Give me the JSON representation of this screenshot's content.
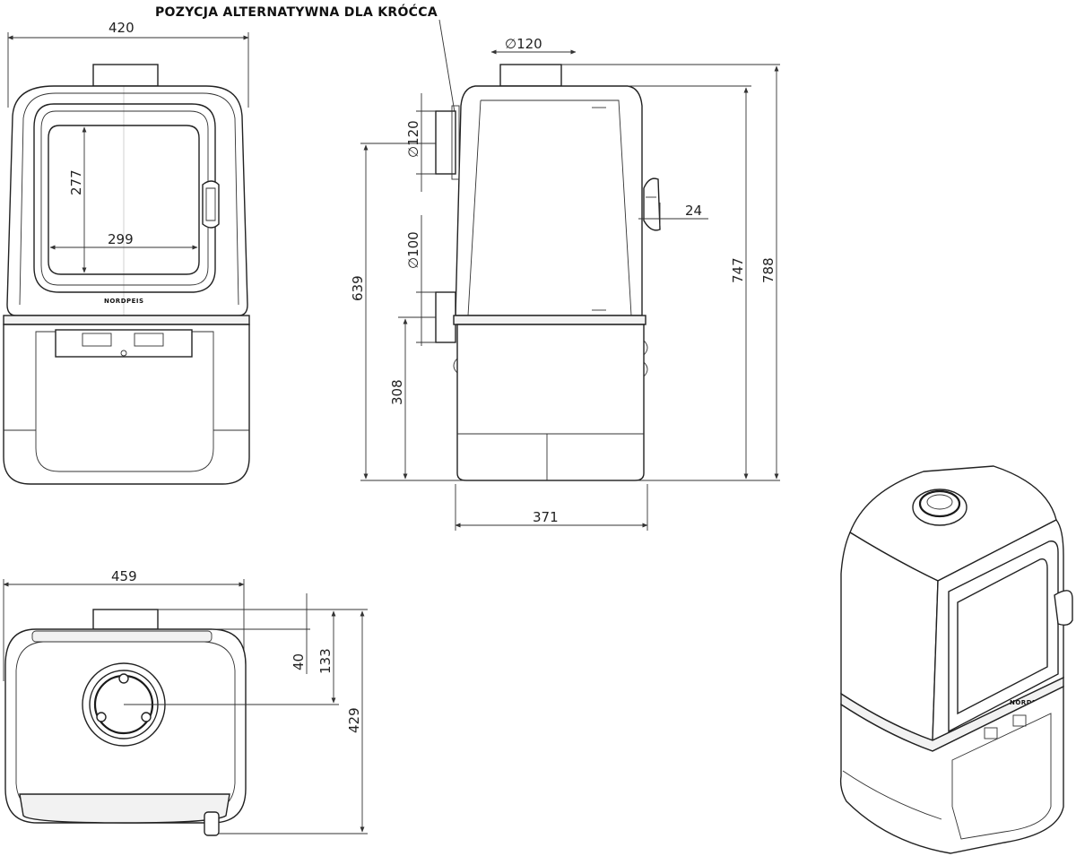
{
  "annotation": {
    "alt_position": "POZYCJA ALTERNATYWNA DLA KRÓĆCA"
  },
  "brand_label": "NORDPEIS",
  "front_view": {
    "width": "420",
    "window_height": "277",
    "window_width": "299"
  },
  "side_view": {
    "flue_top_diameter": "∅120",
    "flue_back_diameter": "∅120",
    "air_inlet_diameter": "∅100",
    "height_639": "639",
    "height_308": "308",
    "height_747": "747",
    "height_788": "788",
    "handle_depth": "24",
    "depth": "371"
  },
  "top_view": {
    "width": "459",
    "depth": "429",
    "offset_40": "40",
    "offset_133": "133"
  }
}
